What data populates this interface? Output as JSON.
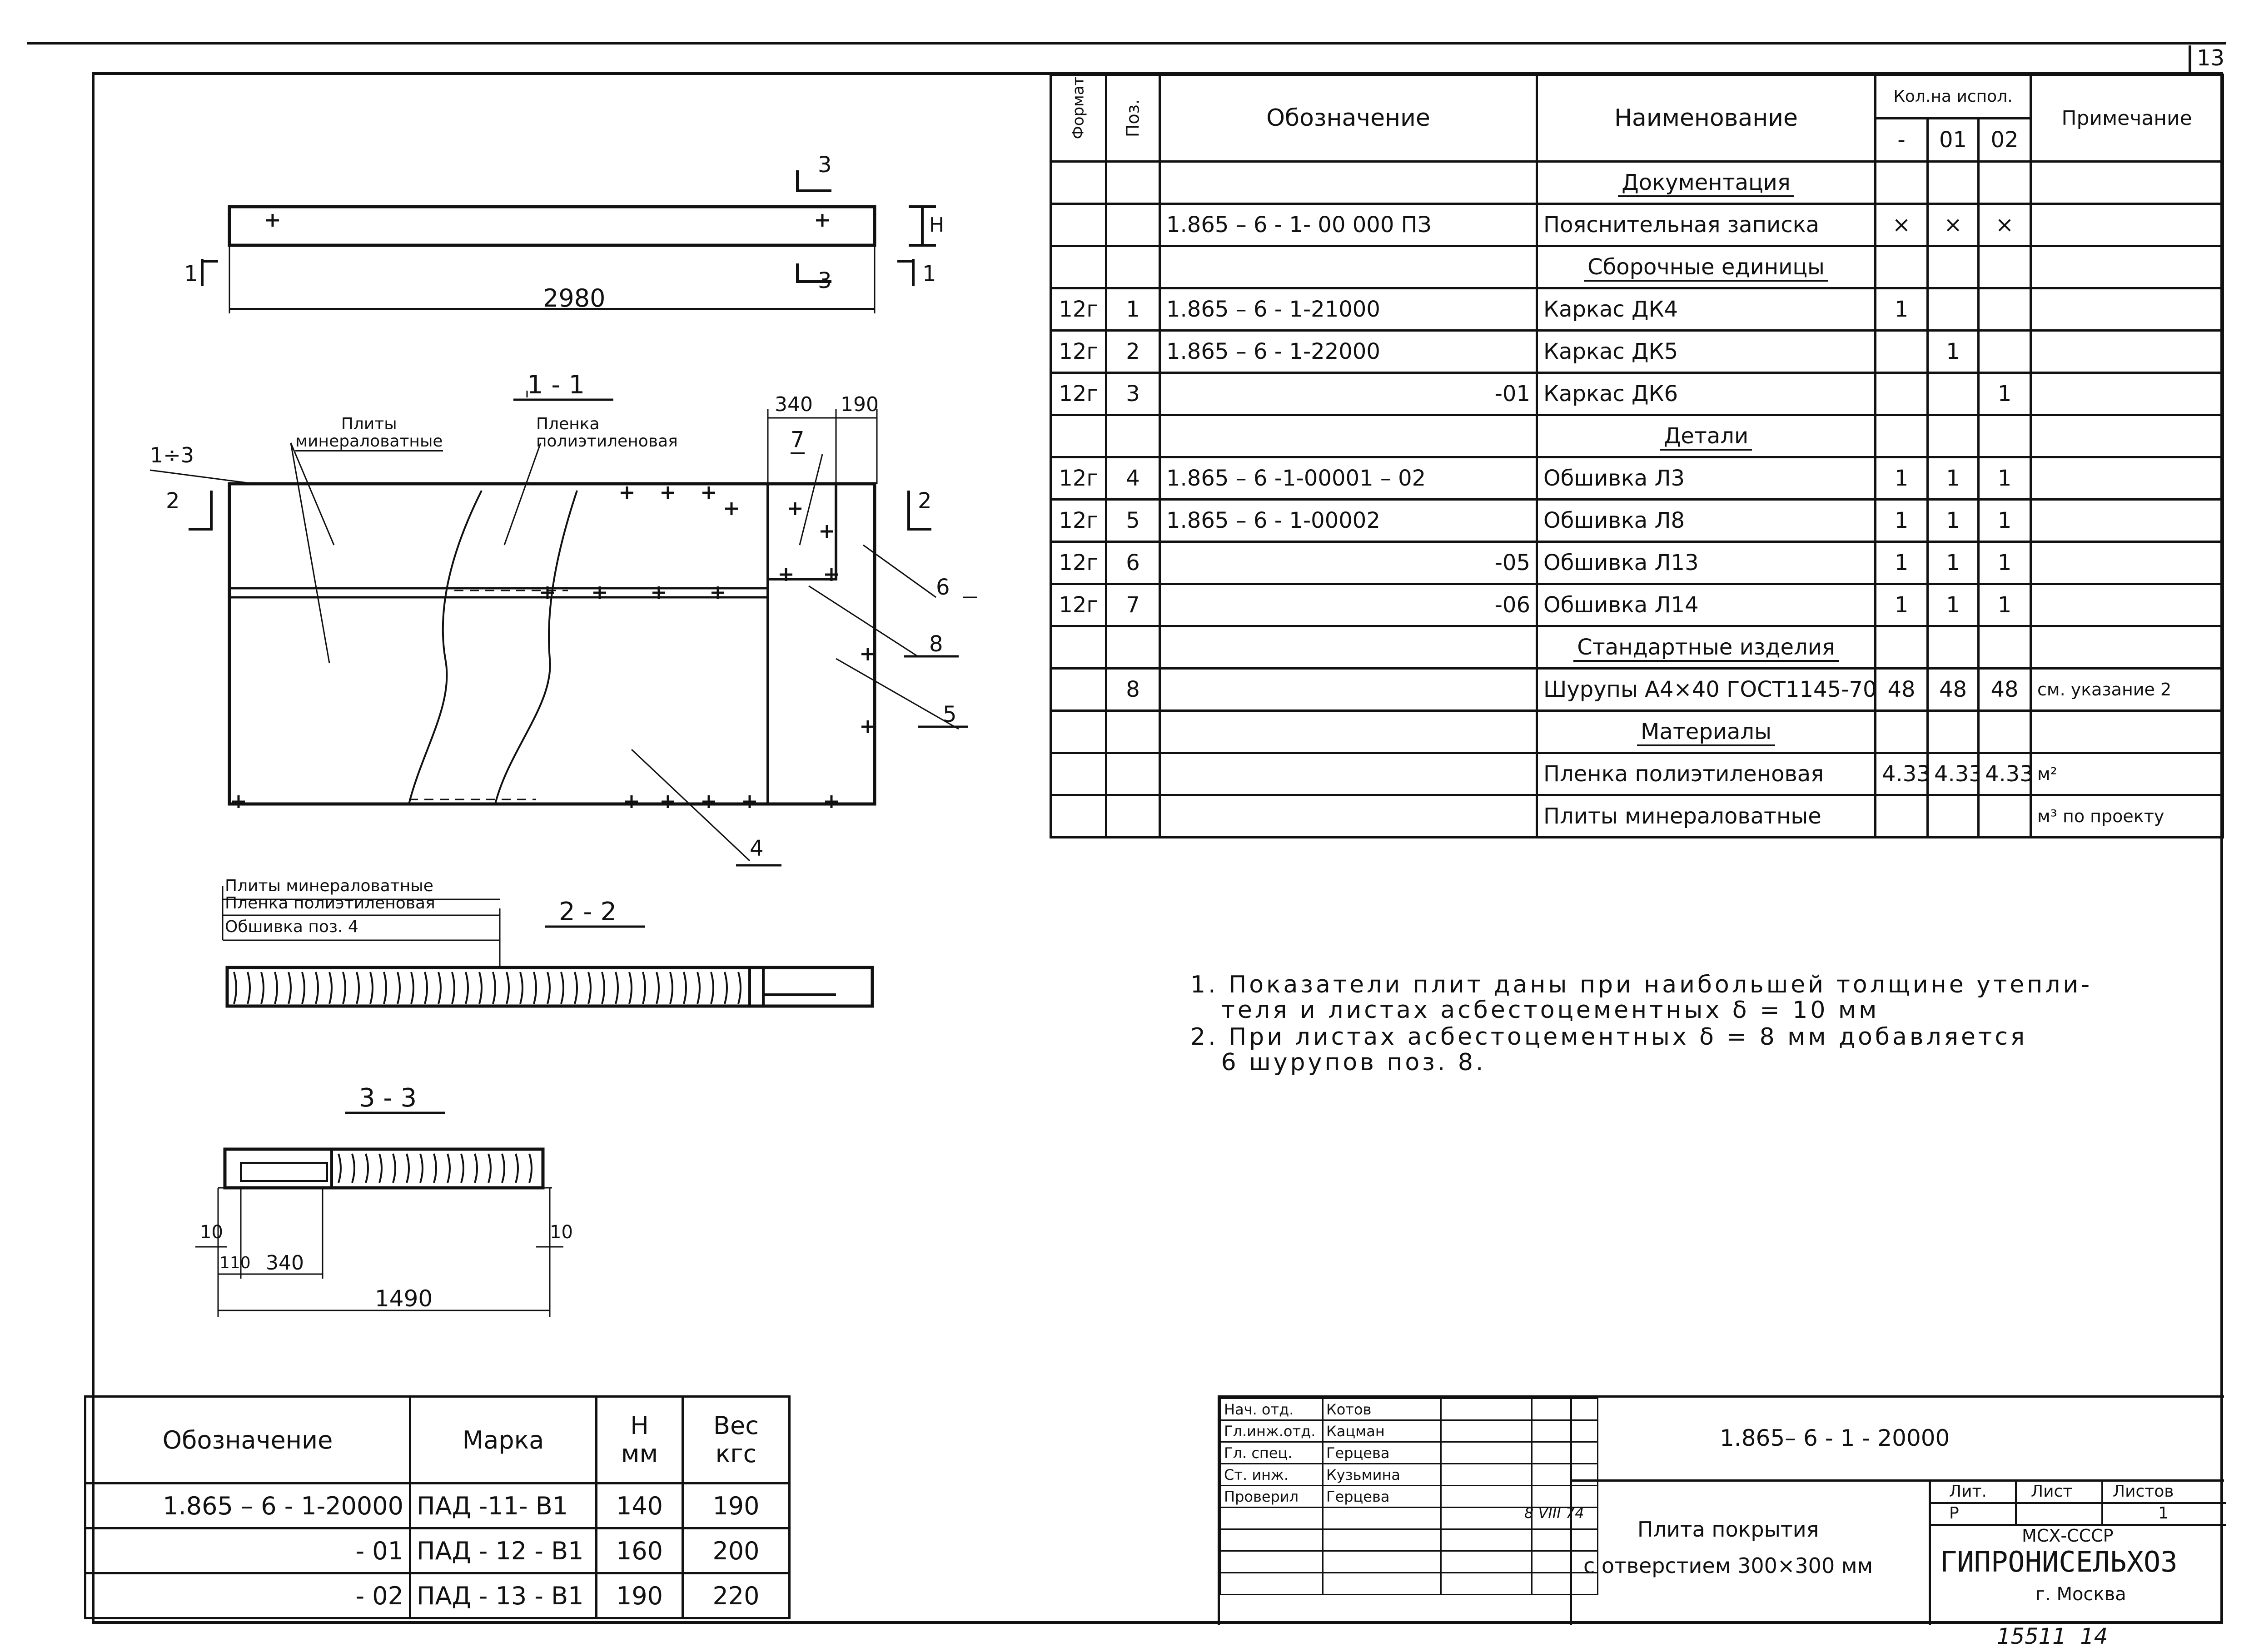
{
  "sheet_number": "13",
  "drawing": {
    "dim_overall_length": "2980",
    "cut_mark_1": "1",
    "cut_mark_3": "3",
    "dim_h": "H",
    "section_1_title": "1 - 1",
    "section_2_title": "2 - 2",
    "section_3_title": "3 - 3",
    "label_plates": "Плиты\nминераловатные",
    "label_film": "Пленка\nполиэтиленовая",
    "label_range": "1÷3",
    "dim_340": "340",
    "dim_190": "190",
    "callouts": [
      "2",
      "2",
      "7",
      "6",
      "8",
      "5",
      "4"
    ],
    "section_2_layers": [
      "Плиты минераловатные",
      "Пленка полиэтиленовая",
      "Обшивка поз. 4"
    ],
    "section_3_dims": [
      "10",
      "10",
      "110",
      "340",
      "1490"
    ]
  },
  "spec_table": {
    "headers": {
      "format": "Формат",
      "pos": "Поз.",
      "designation": "Обозначение",
      "name": "Наименование",
      "qty_group": "Кол.на испол.",
      "qty_cols": [
        "-",
        "01",
        "02"
      ],
      "note": "Примечание"
    },
    "rows": [
      {
        "section": "Документация"
      },
      {
        "format": "",
        "pos": "",
        "designation": "1.865 – 6 - 1- 00 000 ПЗ",
        "name": "Пояснительная записка",
        "q0": "×",
        "q1": "×",
        "q2": "×",
        "note": ""
      },
      {
        "section": "Сборочные единицы"
      },
      {
        "format": "12г",
        "pos": "1",
        "designation": "1.865 – 6 - 1-21000",
        "name": "Каркас ДК4",
        "q0": "1",
        "q1": "",
        "q2": "",
        "note": ""
      },
      {
        "format": "12г",
        "pos": "2",
        "designation": "1.865 – 6 - 1-22000",
        "name": "Каркас ДК5",
        "q0": "",
        "q1": "1",
        "q2": "",
        "note": ""
      },
      {
        "format": "12г",
        "pos": "3",
        "designation": "-01",
        "name": "Каркас ДК6",
        "q0": "",
        "q1": "",
        "q2": "1",
        "note": ""
      },
      {
        "section": "Детали"
      },
      {
        "format": "12г",
        "pos": "4",
        "designation": "1.865 – 6 -1-00001 – 02",
        "name": "Обшивка Л3",
        "q0": "1",
        "q1": "1",
        "q2": "1",
        "note": ""
      },
      {
        "format": "12г",
        "pos": "5",
        "designation": "1.865 – 6 - 1-00002",
        "name": "Обшивка Л8",
        "q0": "1",
        "q1": "1",
        "q2": "1",
        "note": ""
      },
      {
        "format": "12г",
        "pos": "6",
        "designation": "-05",
        "name": "Обшивка Л13",
        "q0": "1",
        "q1": "1",
        "q2": "1",
        "note": ""
      },
      {
        "format": "12г",
        "pos": "7",
        "designation": "-06",
        "name": "Обшивка Л14",
        "q0": "1",
        "q1": "1",
        "q2": "1",
        "note": ""
      },
      {
        "section": "Стандартные изделия"
      },
      {
        "format": "",
        "pos": "8",
        "designation": "",
        "name": "Шурупы А4×40 ГОСТ1145-70",
        "q0": "48",
        "q1": "48",
        "q2": "48",
        "note": "см. указание 2"
      },
      {
        "section": "Материалы"
      },
      {
        "format": "",
        "pos": "",
        "designation": "",
        "name": "Пленка полиэтиленовая",
        "q0": "4.33",
        "q1": "4.33",
        "q2": "4.33",
        "note": "м²"
      },
      {
        "format": "",
        "pos": "",
        "designation": "",
        "name": "Плиты минераловатные",
        "q0": "",
        "q1": "",
        "q2": "",
        "note": "м³ по проекту"
      }
    ]
  },
  "notes": [
    "1. Показатели плит даны при наибольшей толщине утепли-\n   теля и листах асбестоцементных δ = 10 мм",
    "2. При листах асбестоцементных δ = 8 мм добавляется\n   6 шурупов поз. 8."
  ],
  "marks_table": {
    "headers": {
      "designation": "Обозначение",
      "mark": "Марка",
      "h": "Н\nмм",
      "weight": "Вес\nкгс"
    },
    "rows": [
      {
        "designation": "1.865 – 6 - 1-20000",
        "mark": "ПАД -11- В1",
        "h": "140",
        "weight": "190"
      },
      {
        "designation": "- 01",
        "mark": "ПАД - 12 - В1",
        "h": "160",
        "weight": "200"
      },
      {
        "designation": "- 02",
        "mark": "ПАД - 13 - В1",
        "h": "190",
        "weight": "220"
      }
    ]
  },
  "title_block": {
    "signers": [
      {
        "role": "Нач. отд.",
        "name": "Котов"
      },
      {
        "role": "Гл.инж.отд.",
        "name": "Кацман"
      },
      {
        "role": "Гл. спец.",
        "name": "Герцева"
      },
      {
        "role": "Ст. инж.",
        "name": "Кузьмина"
      },
      {
        "role": "Проверил",
        "name": "Герцева"
      }
    ],
    "date": "8 VIII 74",
    "code": "1.865– 6 - 1 - 20000",
    "title": "Плита покрытия\nс отверстием 300×300 мм",
    "lit_label": "Лит.",
    "sheet_label": "Лист",
    "sheets_label": "Листов",
    "lit_value": "Р",
    "sheets_value": "1",
    "org_ministry": "МСХ-СССР",
    "org_name": "ГИПРОНИСЕЛЬХОЗ",
    "org_city": "г. Москва",
    "inventory": "15511  14"
  }
}
